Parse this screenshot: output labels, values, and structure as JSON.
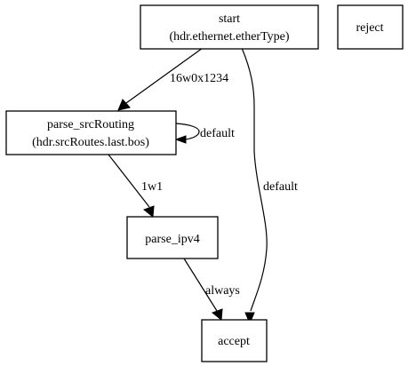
{
  "diagram": {
    "nodes": {
      "start": {
        "line1": "start",
        "line2": "(hdr.ethernet.etherType)"
      },
      "reject": {
        "line1": "reject"
      },
      "parse_srcRouting": {
        "line1": "parse_srcRouting",
        "line2": "(hdr.srcRoutes.last.bos)"
      },
      "parse_ipv4": {
        "line1": "parse_ipv4"
      },
      "accept": {
        "line1": "accept"
      }
    },
    "edges": {
      "start_to_srcRouting": {
        "label": "16w0x1234"
      },
      "srcRouting_self": {
        "label": "default"
      },
      "start_to_accept": {
        "label": "default"
      },
      "srcRouting_to_ipv4": {
        "label": "1w1"
      },
      "ipv4_to_accept": {
        "label": "always"
      }
    }
  }
}
